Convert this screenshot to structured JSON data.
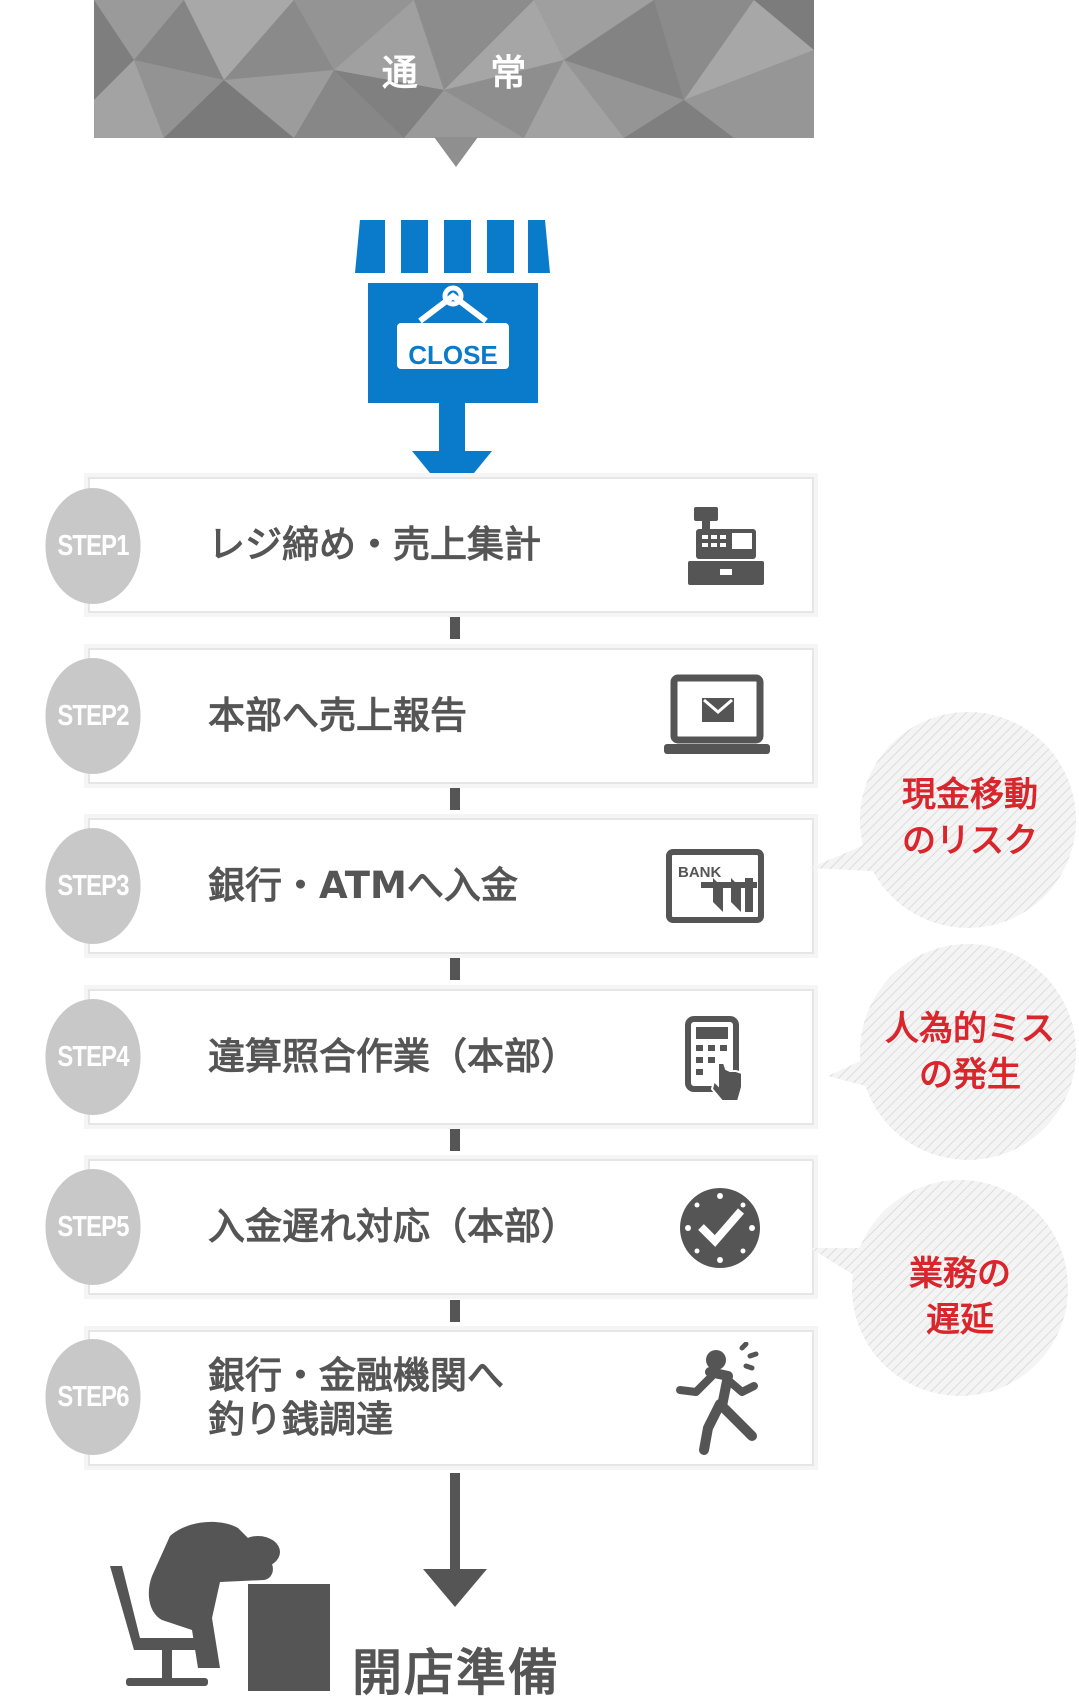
{
  "header": {
    "title": "通 常"
  },
  "shop": {
    "sign_label": "CLOSE"
  },
  "steps": [
    {
      "badge": "STEP1",
      "label": "レジ締め・売上集計",
      "icon": "cash-register-icon"
    },
    {
      "badge": "STEP2",
      "label": "本部へ売上報告",
      "icon": "laptop-mail-icon"
    },
    {
      "badge": "STEP3",
      "label": "銀行・ATMへ入金",
      "icon": "bank-icon"
    },
    {
      "badge": "STEP4",
      "label": "違算照合作業（本部）",
      "icon": "calculator-icon"
    },
    {
      "badge": "STEP5",
      "label": "入金遅れ対応（本部）",
      "icon": "clock-check-icon"
    },
    {
      "badge": "STEP6",
      "label": "銀行・金融機関へ\n釣り銭調達",
      "icon": "running-person-icon"
    }
  ],
  "bank_icon_text": "BANK",
  "risks": [
    {
      "label": "現金移動\nのリスク"
    },
    {
      "label": "人為的ミス\nの発生"
    },
    {
      "label": "業務の\n遅延"
    }
  ],
  "goal": {
    "label": "開店準備"
  },
  "colors": {
    "header_bg": "#8f8f8f",
    "blue": "#0a7bcb",
    "step_gray": "#c8c8c8",
    "text_gray": "#555555",
    "risk_red": "#d9262c"
  }
}
